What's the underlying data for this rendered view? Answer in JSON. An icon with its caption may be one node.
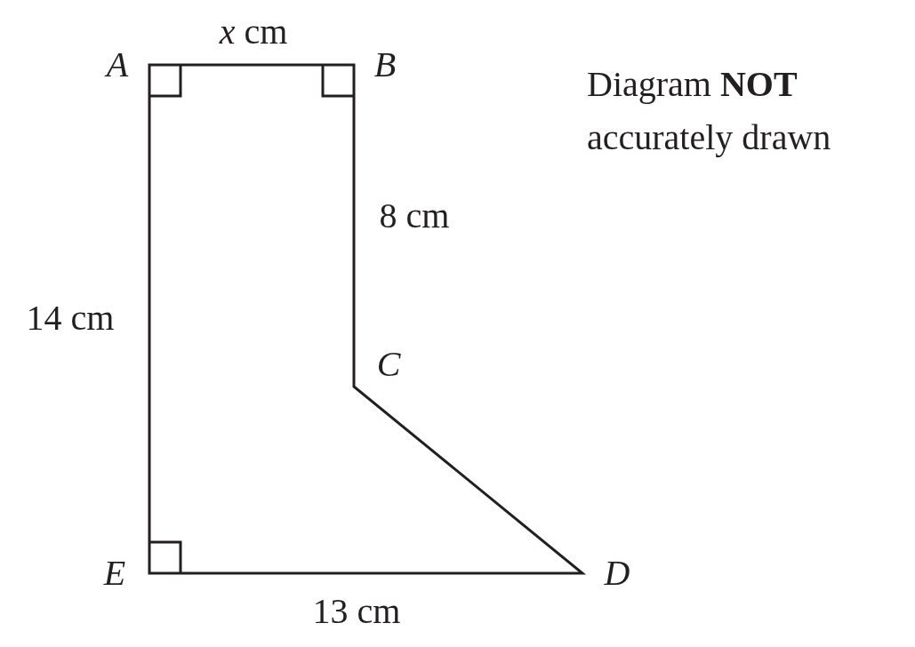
{
  "diagram": {
    "labels": [
      "*x* cm",
      "A",
      "B",
      "Diagram **NOT** accurately drawn",
      "8 cm",
      "14 cm",
      "C",
      "E",
      "D",
      "13 cm"
    ]
  }
}
